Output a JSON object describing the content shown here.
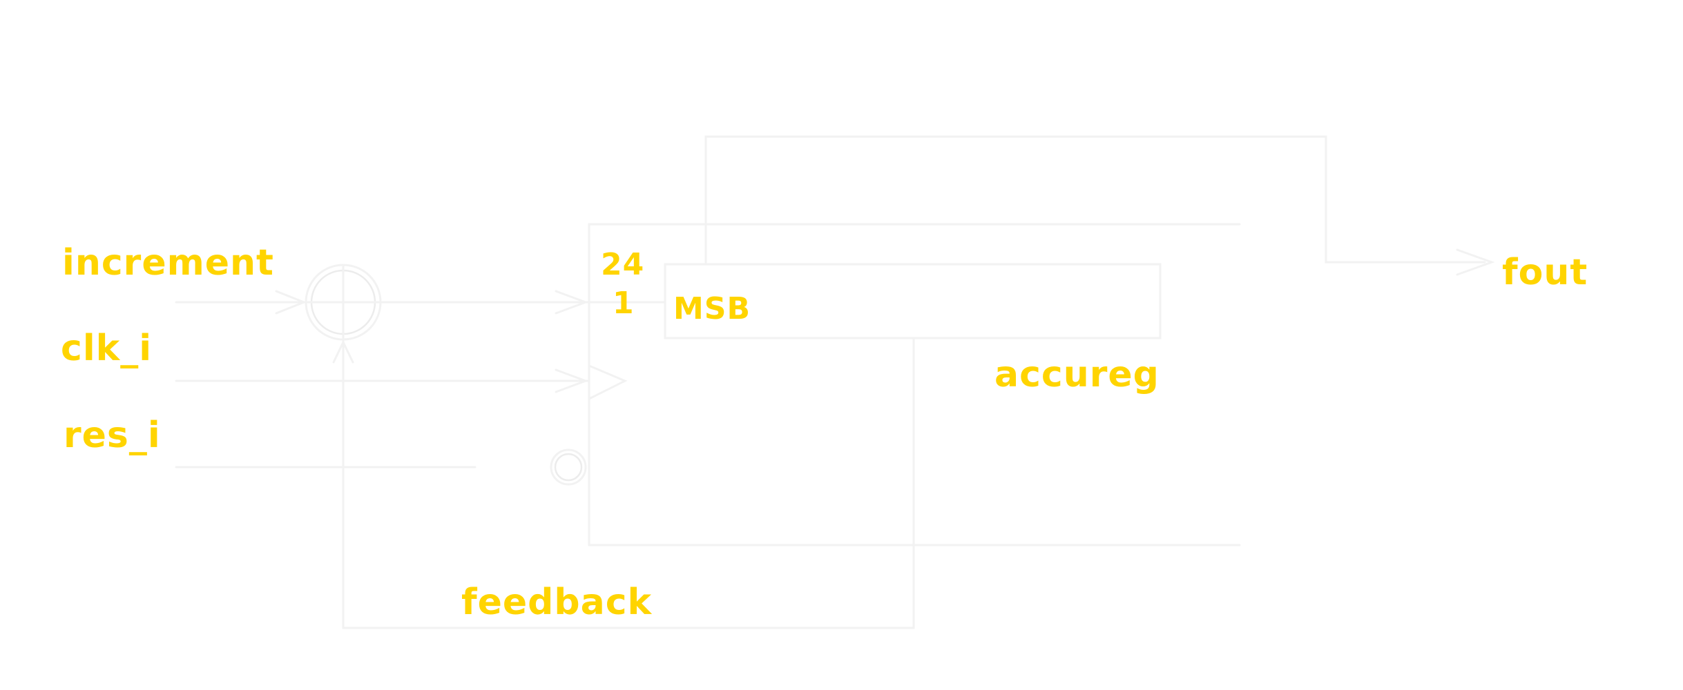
{
  "colors": {
    "background": "#ffffff",
    "wire": "#f2f2f2",
    "label": "#ffd400"
  },
  "labels": {
    "increment": "increment",
    "clk": "clk_i",
    "res": "res_i",
    "width": "24",
    "bit": "1",
    "msb": "MSB",
    "register": "accureg",
    "output": "fout",
    "feedback": "feedback"
  },
  "icons": {
    "adder": "circle-plus",
    "clock_input": "triangle-edge",
    "reset_input": "inversion-bubble",
    "arrow": "open-arrowhead"
  }
}
